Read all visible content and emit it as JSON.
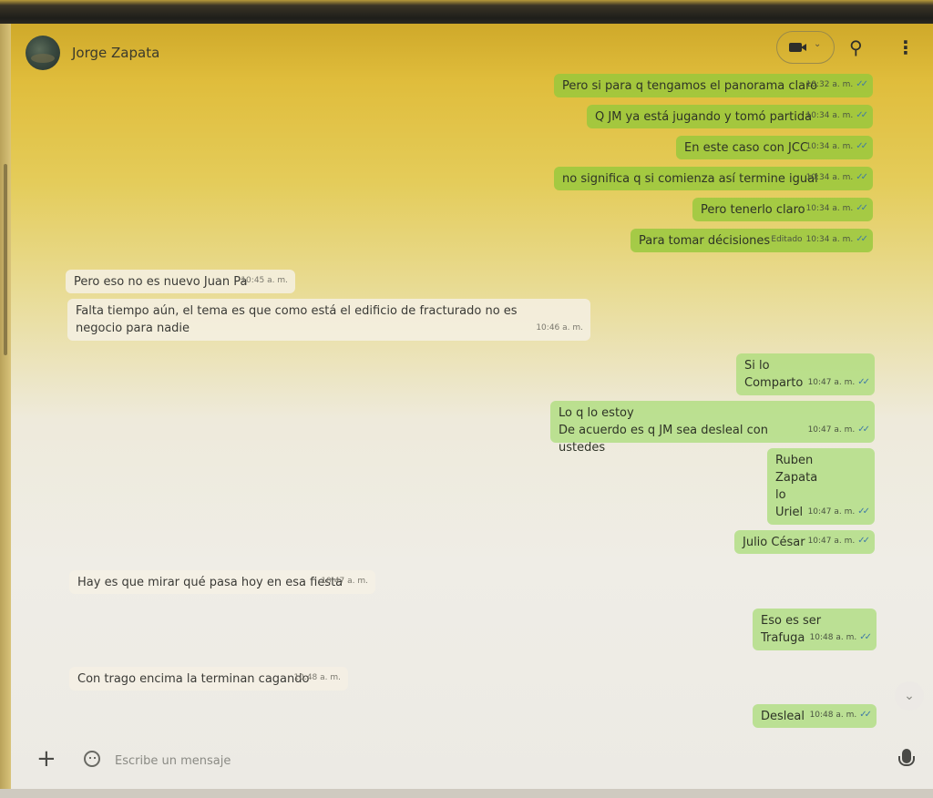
{
  "header": {
    "contact_name": "Jorge Zapata",
    "icons": {
      "video": "video-camera-icon",
      "chevron": "chevron-down-icon",
      "search": "search-icon",
      "menu": "more-vertical-icon"
    }
  },
  "messages": [
    {
      "dir": "out",
      "text": "Pero si para q tengamos el panorama claro",
      "time": "10:32 a. m.",
      "edited": ""
    },
    {
      "dir": "out",
      "text": "Q JM ya está jugando y tomó partida",
      "time": "10:34 a. m.",
      "edited": ""
    },
    {
      "dir": "out",
      "text": "En este caso con JCC",
      "time": "10:34 a. m.",
      "edited": ""
    },
    {
      "dir": "out",
      "text": "no significa q si comienza así termine igual",
      "time": "10:34 a. m.",
      "edited": ""
    },
    {
      "dir": "out",
      "text": "Pero tenerlo claro",
      "time": "10:34 a. m.",
      "edited": ""
    },
    {
      "dir": "out",
      "text": "Para tomar décisiones",
      "time": "10:34 a. m.",
      "edited": "Editado"
    },
    {
      "dir": "in",
      "text": "Pero eso no es nuevo Juan Pa",
      "time": "10:45 a. m."
    },
    {
      "dir": "in",
      "text": "Falta tiempo aún, el tema es que como está el edificio de fracturado no es negocio para nadie",
      "time": "10:46 a. m."
    },
    {
      "dir": "out",
      "text": "Si lo\nComparto",
      "time": "10:47 a. m.",
      "edited": ""
    },
    {
      "dir": "out",
      "text": "Lo q lo estoy\nDe acuerdo es q JM sea desleal con ustedes",
      "time": "10:47 a. m.",
      "edited": ""
    },
    {
      "dir": "out",
      "text": "Ruben\nZapata\nlo\nUriel",
      "time": "10:47 a. m.",
      "edited": ""
    },
    {
      "dir": "out",
      "text": "Julio César",
      "time": "10:47 a. m.",
      "edited": ""
    },
    {
      "dir": "in",
      "text": "Hay es que mirar qué pasa hoy en esa fiesta",
      "time": "10:47 a. m."
    },
    {
      "dir": "out",
      "text": "Eso es ser\nTrafuga",
      "time": "10:48 a. m.",
      "edited": ""
    },
    {
      "dir": "in",
      "text": "Con trago encima la terminan cagando",
      "time": "10:48 a. m."
    },
    {
      "dir": "out",
      "text": "Desleal",
      "time": "10:48 a. m.",
      "edited": ""
    }
  ],
  "composer": {
    "placeholder": "Escribe un mensaje",
    "icons": {
      "attach": "plus-icon",
      "sticker": "sticker-icon",
      "mic": "microphone-icon",
      "scroll": "chevron-down-icon"
    }
  },
  "colors": {
    "outgoing_bubble": "#96c83c",
    "incoming_bubble": "#f5f0e4",
    "read_ticks": "#3f7aa6"
  }
}
